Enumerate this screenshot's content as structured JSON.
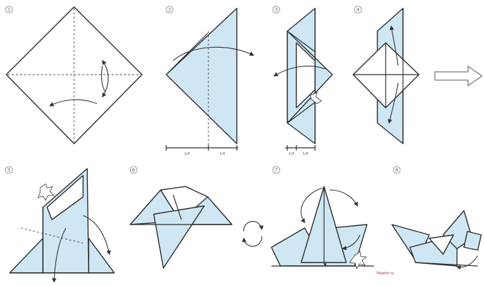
{
  "steps": [
    {
      "number": "1"
    },
    {
      "number": "2",
      "measurements": [
        "1/4",
        "1/4"
      ]
    },
    {
      "number": "3",
      "measurements": [
        "1/4",
        "1/4"
      ]
    },
    {
      "number": "4"
    },
    {
      "number": "5"
    },
    {
      "number": "6"
    },
    {
      "number": "7"
    },
    {
      "number": "8"
    }
  ],
  "watermark": "Paladin.ru",
  "colors": {
    "paper": "#cfe7f4",
    "line": "#2b2b2b",
    "watermark": "#b02a2a"
  },
  "icons": [
    "fold-arrow-icon",
    "next-arrow-icon",
    "flip-over-icon",
    "press-icon"
  ]
}
